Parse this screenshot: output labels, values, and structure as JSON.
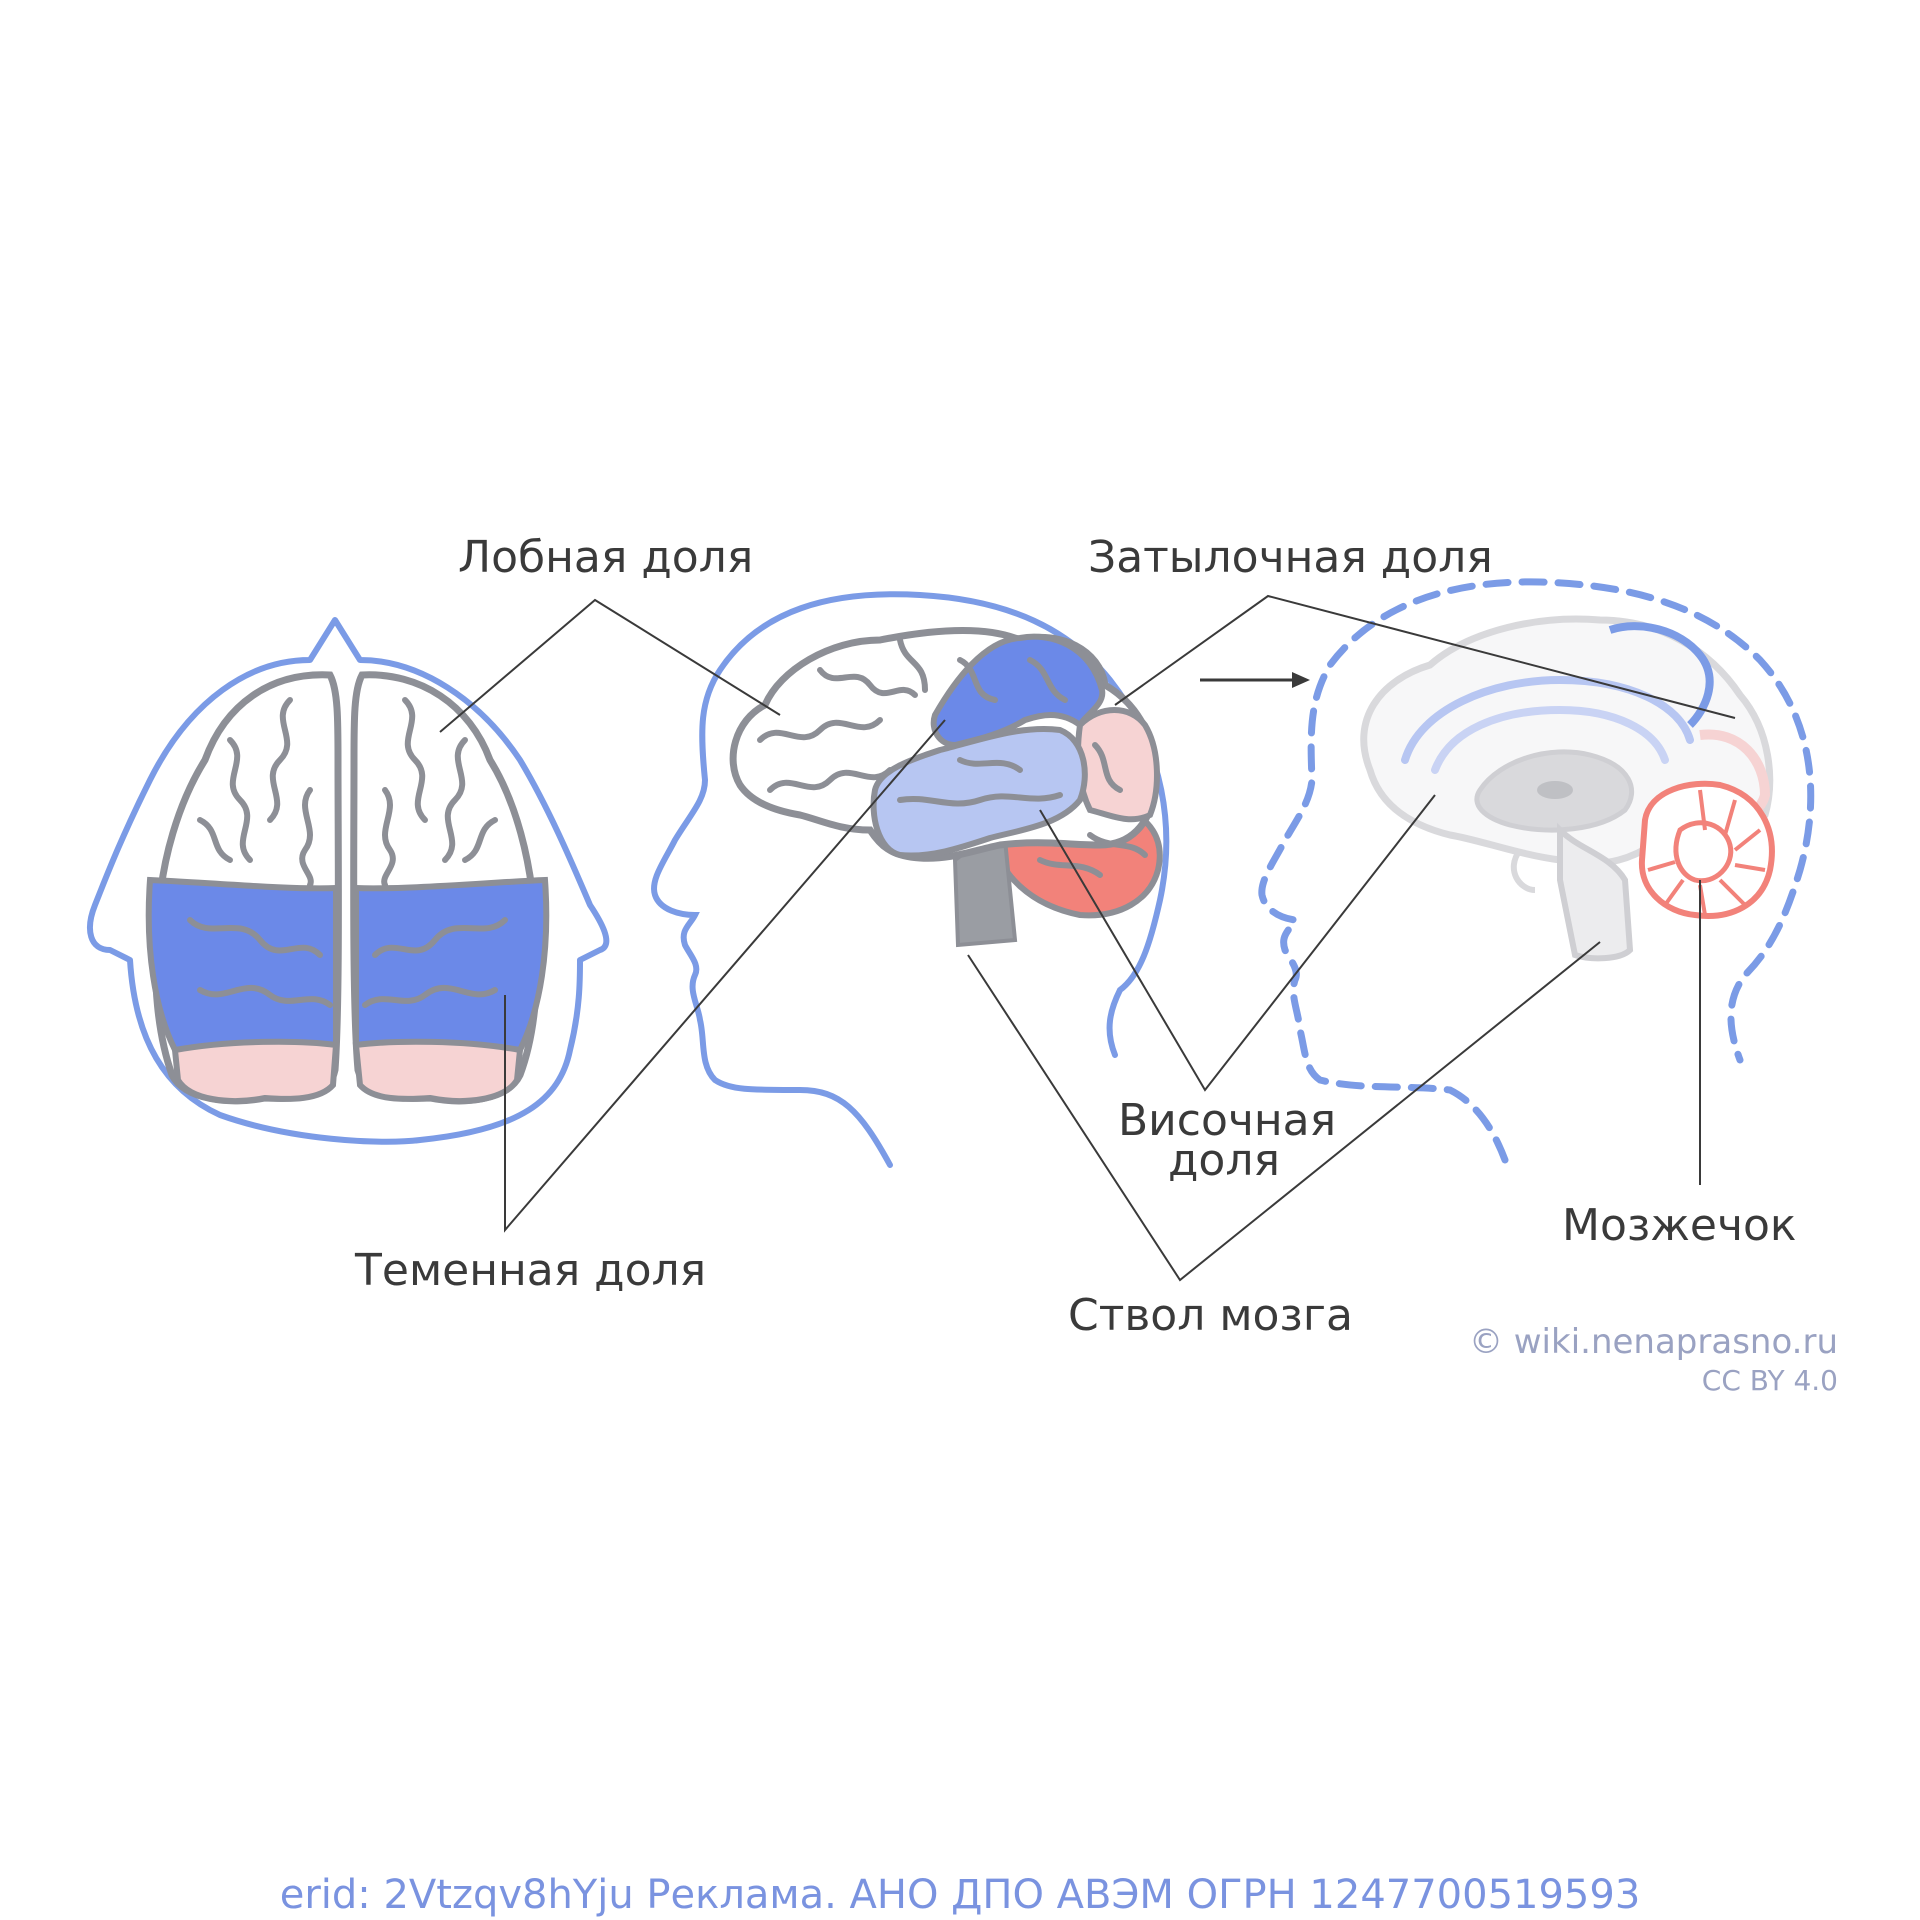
{
  "labels": {
    "frontal": "Лобная доля",
    "occipital": "Затылочная доля",
    "parietal": "Теменная доля",
    "temporal_line1": "Височная",
    "temporal_line2": "доля",
    "brainstem": "Ствол мозга",
    "cerebellum": "Мозжечок"
  },
  "credit": {
    "site": "© wiki.nenaprasno.ru",
    "license": "CC BY 4.0"
  },
  "footer": "erid: 2Vtzqv8hYju Реклама. АНО ДПО АВЭМ ОГРН 1247700519593",
  "colors": {
    "outline_blue": "#7b9be6",
    "parietal_blue": "#6b89e8",
    "light_blue": "#b7c6f2",
    "occipital_pink": "#f6d3d3",
    "cerebellum_red": "#f2827a",
    "brainstem_gray": "#9a9da3",
    "gyri_gray": "#8d8f96"
  },
  "views": [
    "top-view",
    "side-view",
    "midsagittal-view"
  ]
}
